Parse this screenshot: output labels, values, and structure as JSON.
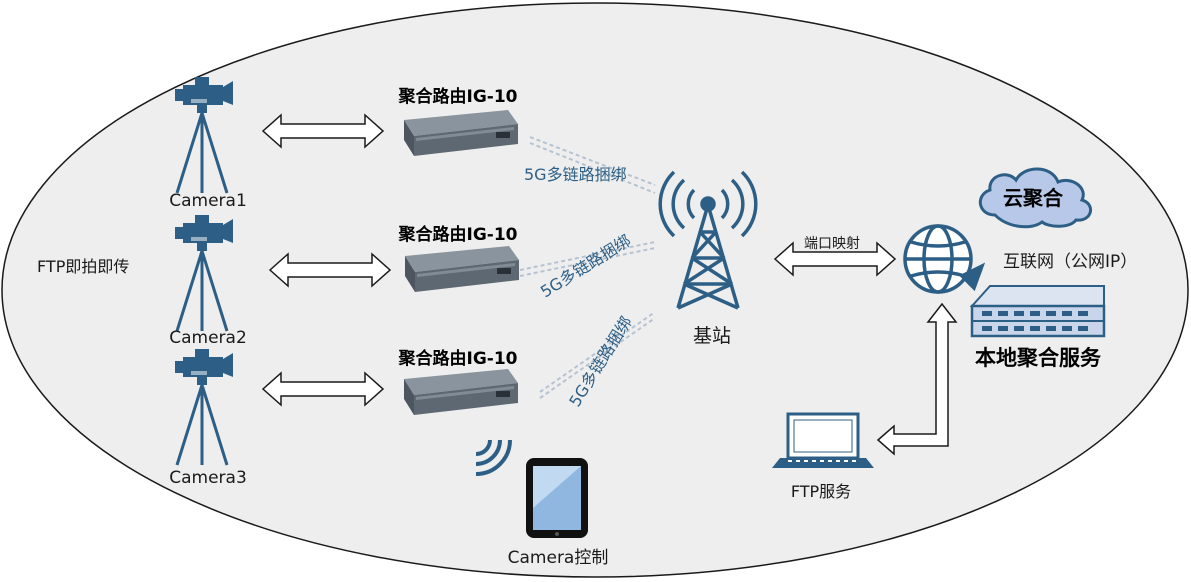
{
  "labels": {
    "ftp_instant": "FTP即拍即传",
    "camera1": "Camera1",
    "camera2": "Camera2",
    "camera3": "Camera3",
    "router1": "聚合路由IG-10",
    "router2": "聚合路由IG-10",
    "router3": "聚合路由IG-10",
    "link1": "5G多链路捆绑",
    "link2": "5G多链路捆绑",
    "link3": "5G多链路捆绑",
    "base_station": "基站",
    "port_mapping": "端口映射",
    "internet": "互联网（公网IP）",
    "cloud": "云聚合",
    "local_service": "本地聚合服务",
    "ftp_service": "FTP服务",
    "camera_control": "Camera控制"
  },
  "colors": {
    "icon_blue": "#2d5f86",
    "ellipse_fill": "#eeeeee",
    "cloud_fill": "#b8c8e8",
    "server_fill": "#c9d5ea"
  },
  "icons": [
    "camera-tripod-icon",
    "router-device-icon",
    "tower-icon",
    "globe-icon",
    "cloud-icon",
    "server-icon",
    "laptop-icon",
    "tablet-icon",
    "wifi-icon",
    "double-arrow-icon"
  ]
}
